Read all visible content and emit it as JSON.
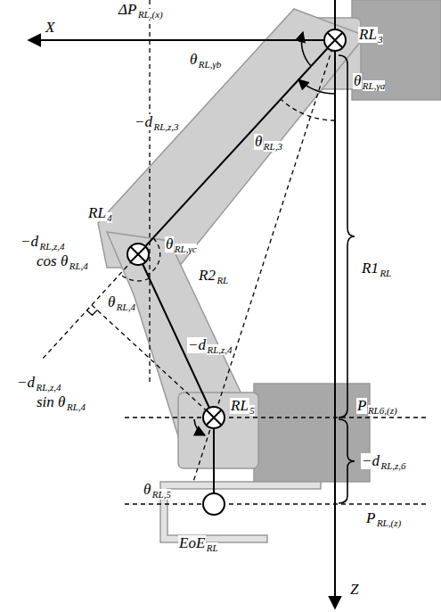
{
  "diagram": {
    "labels": [
      "ΔP",
      "RL,(x)",
      "X",
      "RL",
      "3",
      "θ",
      "RL,γb",
      "θ",
      "RL,γa",
      "−d",
      "RL,z,3",
      "θ",
      "RL,3",
      "RL",
      "4",
      "θ",
      "RL,γc",
      "−d",
      "RL,z,4",
      "cos θ",
      "RL,4",
      "θ",
      "RL,4",
      "−d",
      "RL,z,4",
      "R2",
      "RL",
      "R1",
      "RL",
      "−d",
      "RL,z,4",
      "sin θ",
      "RL,4",
      "RL",
      "5",
      "P",
      "RL6,(z)",
      "θ",
      "RL,5",
      "−d",
      "RL,z,6",
      "EoE",
      "RL",
      "P",
      "RL,(z)",
      "Z"
    ]
  }
}
